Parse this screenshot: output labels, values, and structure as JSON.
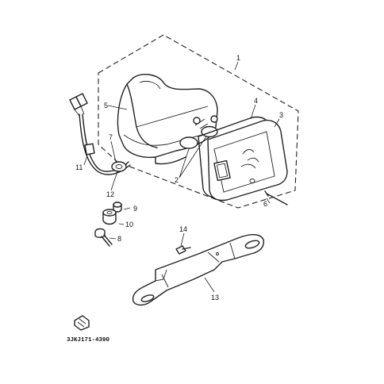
{
  "diagram": {
    "callouts": {
      "c1": "1",
      "c2": "2",
      "c3": "3",
      "c4": "4",
      "c5": "5",
      "c6": "6",
      "c7": "7",
      "c8": "8",
      "c9": "9",
      "c10": "10",
      "c11": "11",
      "c12": "12",
      "c13": "13",
      "c14": "14"
    },
    "figure_code": "3JKJ171-4390"
  }
}
